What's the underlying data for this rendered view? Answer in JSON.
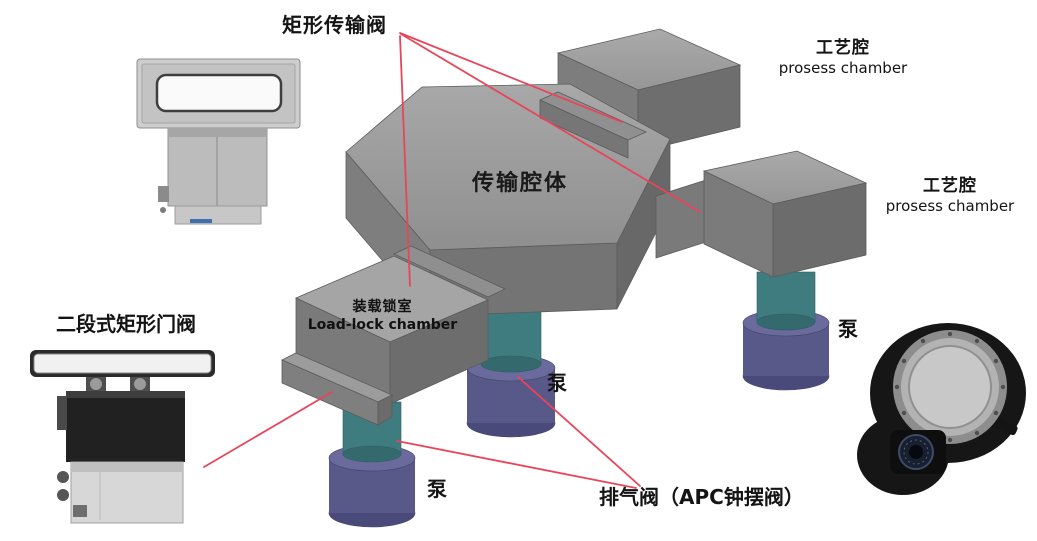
{
  "diagram": {
    "type": "semiconductor-cluster-tool-diagram",
    "annotations": {
      "transfer_valve": "矩形传输阀",
      "gate_valve": "二段式矩形门阀",
      "apc_valve": "排气阀（APC钟摆阀）"
    },
    "chambers": {
      "transfer": "传输腔体",
      "process_top": {
        "zh": "工艺腔",
        "en": "prosess chamber"
      },
      "process_right": {
        "zh": "工艺腔",
        "en": "prosess chamber"
      },
      "load_lock": {
        "zh": "装载锁室",
        "en": "Load-lock chamber"
      }
    },
    "pumps": {
      "left": "泵",
      "center": "泵",
      "right": "泵"
    },
    "colors": {
      "chamber_top": "#9c9c9c",
      "chamber_side": "#787878",
      "chamber_front": "#6f6f6f",
      "pump_teal": "#3f7c80",
      "pump_base_purple": "#585889",
      "annotation_red": "#e8455a",
      "background": "#ffffff"
    }
  }
}
